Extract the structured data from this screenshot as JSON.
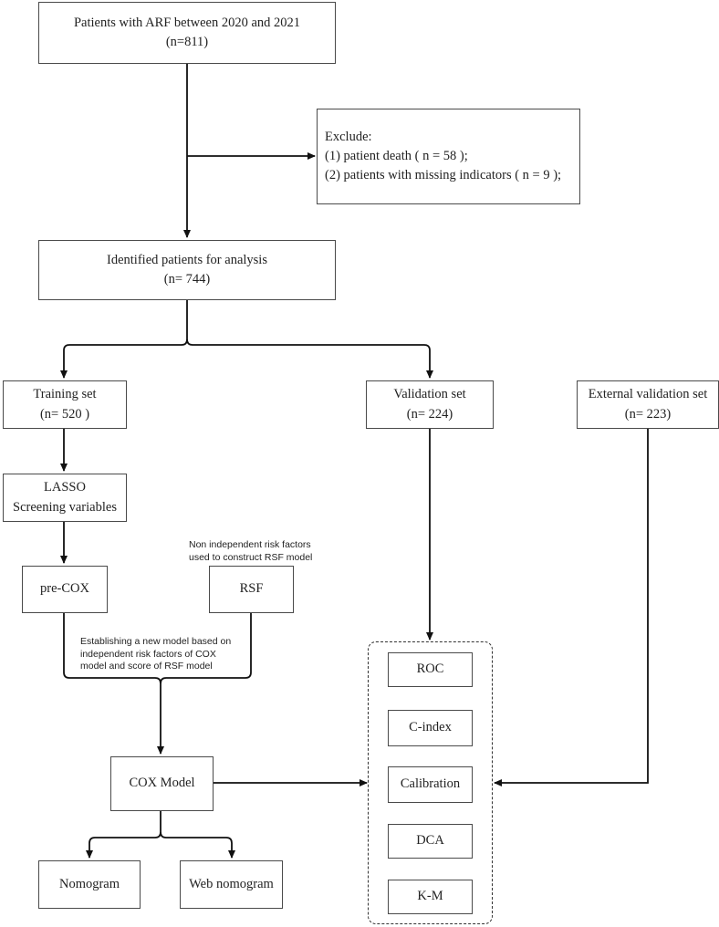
{
  "boxes": {
    "start": {
      "line1": "Patients with ARF between 2020 and 2021",
      "line2": "(n=811)"
    },
    "exclude": {
      "line1": "Exclude:",
      "line2": "(1) patient death ( n = 58 );",
      "line3": "(2) patients with missing indicators ( n = 9 );"
    },
    "identified": {
      "line1": "Identified patients for analysis",
      "line2": "(n= 744)"
    },
    "training": {
      "line1": "Training set",
      "line2": "(n= 520 )"
    },
    "validation": {
      "line1": "Validation set",
      "line2": "(n= 224)"
    },
    "external": {
      "line1": "External validation set",
      "line2": "(n= 223)"
    },
    "lasso": {
      "line1": "LASSO",
      "line2": "Screening variables"
    },
    "precox": {
      "label": "pre-COX"
    },
    "rsf": {
      "label": "RSF"
    },
    "cox": {
      "label": "COX  Model"
    },
    "nomogram": {
      "label": "Nomogram"
    },
    "webnomogram": {
      "label": "Web nomogram"
    }
  },
  "notes": {
    "rsf_note": {
      "line1": "Non independent risk factors",
      "line2": "used to construct RSF model"
    },
    "merge_note": {
      "line1": "Establishing a new model based on",
      "line2": "independent risk factors of COX",
      "line3": "model and score of RSF model"
    }
  },
  "evaluation": {
    "items": [
      "ROC",
      "C-index",
      "Calibration",
      "DCA",
      "K-M"
    ]
  }
}
